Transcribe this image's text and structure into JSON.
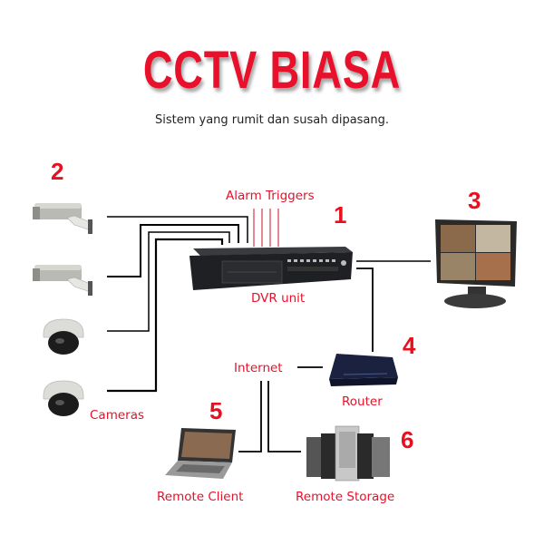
{
  "header": {
    "title": "CCTV BIASA",
    "subtitle": "Sistem yang rumit dan susah dipasang."
  },
  "colors": {
    "accent": "#e8102a",
    "wire": "#000000",
    "alarm_wire": "#c8102e"
  },
  "diagram": {
    "nodes": [
      {
        "id": "dvr",
        "number": "1",
        "label": "DVR unit",
        "icon": "dvr-recorder-icon"
      },
      {
        "id": "cameras",
        "number": "2",
        "label": "Cameras",
        "icon": "cctv-camera-icon"
      },
      {
        "id": "monitor",
        "number": "3",
        "label": "",
        "icon": "monitor-icon"
      },
      {
        "id": "router",
        "number": "4",
        "label": "Router",
        "icon": "router-icon"
      },
      {
        "id": "remote_client",
        "number": "5",
        "label": "Remote Client",
        "icon": "laptop-icon"
      },
      {
        "id": "remote_storage",
        "number": "6",
        "label": "Remote Storage",
        "icon": "server-icon"
      }
    ],
    "alarm_label": "Alarm Triggers",
    "internet_label": "Internet",
    "edges": [
      {
        "from": "cameras",
        "to": "dvr",
        "count": 4
      },
      {
        "from": "alarm_triggers",
        "to": "dvr",
        "count": 4
      },
      {
        "from": "dvr",
        "to": "monitor"
      },
      {
        "from": "dvr",
        "to": "router"
      },
      {
        "from": "router",
        "to": "internet"
      },
      {
        "from": "internet",
        "to": "remote_client"
      },
      {
        "from": "internet",
        "to": "remote_storage"
      }
    ]
  }
}
